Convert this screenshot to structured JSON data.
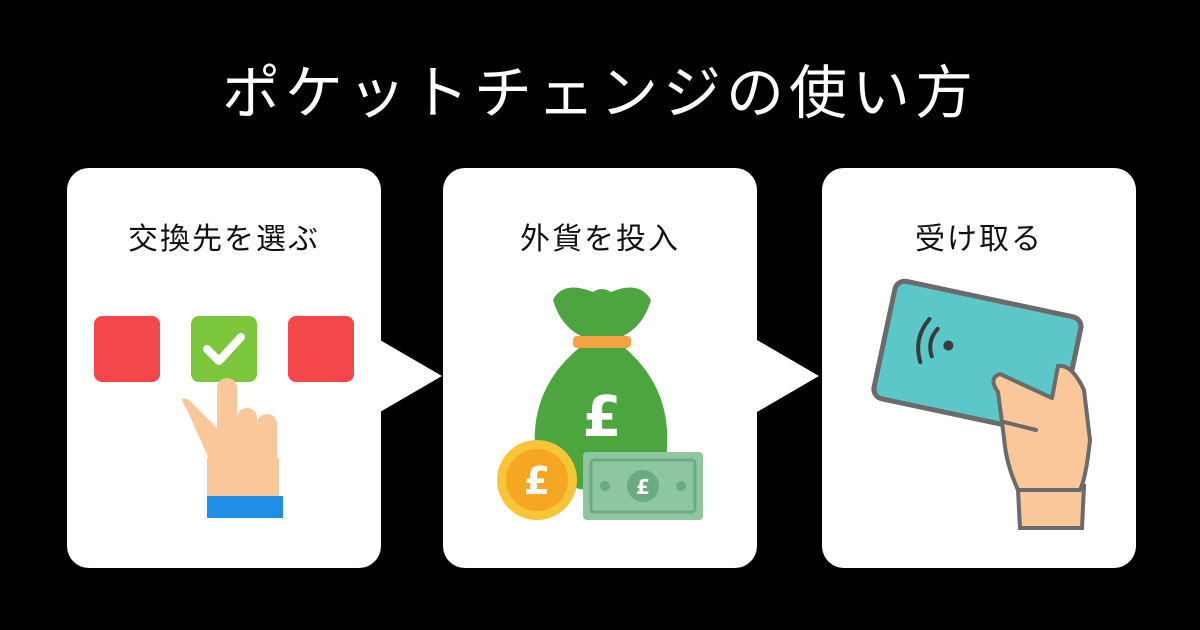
{
  "title": "ポケットチェンジの使い方",
  "steps": [
    {
      "label": "交換先を選ぶ",
      "icon": "select-currency-icon"
    },
    {
      "label": "外貨を投入",
      "icon": "money-bag-pound-icon"
    },
    {
      "label": "受け取る",
      "icon": "card-in-hand-icon"
    }
  ],
  "colors": {
    "background": "#000000",
    "panel": "#ffffff",
    "option_red": "#f4474a",
    "option_green": "#7cc63b",
    "bag_green": "#4ca53e",
    "coin_gold": "#f5b329",
    "banknote": "#8fc6a2",
    "card_teal": "#5cc7c8",
    "skin": "#fac79a",
    "cuff_blue": "#1f8fe6"
  },
  "symbols": {
    "pound": "£"
  }
}
